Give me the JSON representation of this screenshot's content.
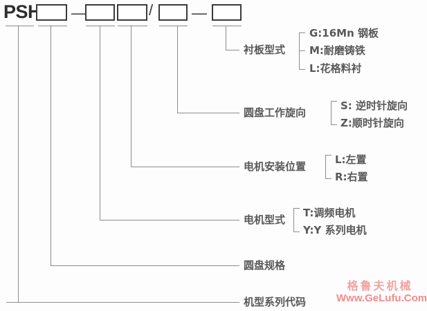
{
  "code": {
    "prefix": "PSH",
    "separators": [
      "—",
      "/",
      "—"
    ],
    "boxes": [
      "",
      "",
      "",
      "",
      ""
    ]
  },
  "groups": [
    {
      "label": "衬板型式",
      "options": [
        "G:16Mn 钢板",
        "M:耐磨铸铁",
        "L:花格料衬"
      ]
    },
    {
      "label": "圆盘工作旋向",
      "options": [
        "S: 逆时针旋向",
        "Z:顺时针旋向"
      ]
    },
    {
      "label": "电机安装位置",
      "options": [
        "L:左置",
        "R:右置"
      ]
    },
    {
      "label": "电机型式",
      "options": [
        "T:调频电机",
        "Y:Y 系列电机"
      ]
    },
    {
      "label": "圆盘规格",
      "options": []
    },
    {
      "label": "机型系列代码",
      "options": []
    }
  ],
  "watermark": {
    "brand": "格鲁夫机械",
    "url": "Www.GeLufu.Com"
  },
  "colors": {
    "line": "#8c8c8c",
    "box_border": "#3a3a3a",
    "text": "#585858",
    "watermark": "#f58a8a"
  }
}
